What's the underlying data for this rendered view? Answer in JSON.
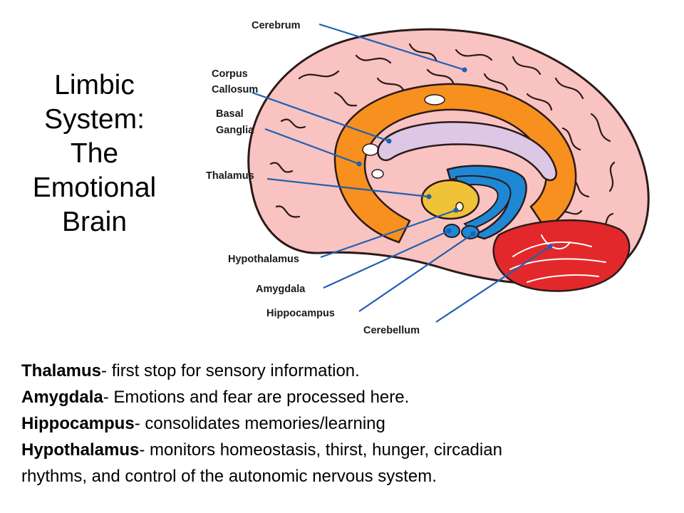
{
  "title": {
    "lines": [
      "Limbic",
      "System:",
      "The",
      "Emotional",
      "Brain"
    ]
  },
  "diagram": {
    "labels": {
      "cerebrum": "Cerebrum",
      "corpus_callosum_1": "Corpus",
      "corpus_callosum_2": "Callosum",
      "basal_ganglia_1": "Basal",
      "basal_ganglia_2": "Ganglia",
      "thalamus": "Thalamus",
      "hypothalamus": "Hypothalamus",
      "amygdala": "Amygdala",
      "hippocampus": "Hippocampus",
      "cerebellum": "Cerebellum"
    },
    "colors": {
      "cortex": "#f9c3c1",
      "cortex_outline": "#2b1a1a",
      "basal_ganglia": "#f7901e",
      "corpus_callosum": "#dcc8e4",
      "thalamus": "#f0c238",
      "hippocampus": "#1e88d4",
      "cerebellum": "#e3282b",
      "leader_line": "#1f5fb4"
    }
  },
  "legend": {
    "items": [
      {
        "term": "Thalamus",
        "desc": "- first stop for sensory information."
      },
      {
        "term": "Amygdala",
        "desc": "- Emotions and fear are processed here."
      },
      {
        "term": "Hippocampus",
        "desc": "- consolidates memories/learning"
      },
      {
        "term": "Hypothalamus",
        "desc": "- monitors homeostasis, thirst, hunger, circadian"
      }
    ],
    "continuation": "rhythms, and control of the autonomic nervous system."
  }
}
